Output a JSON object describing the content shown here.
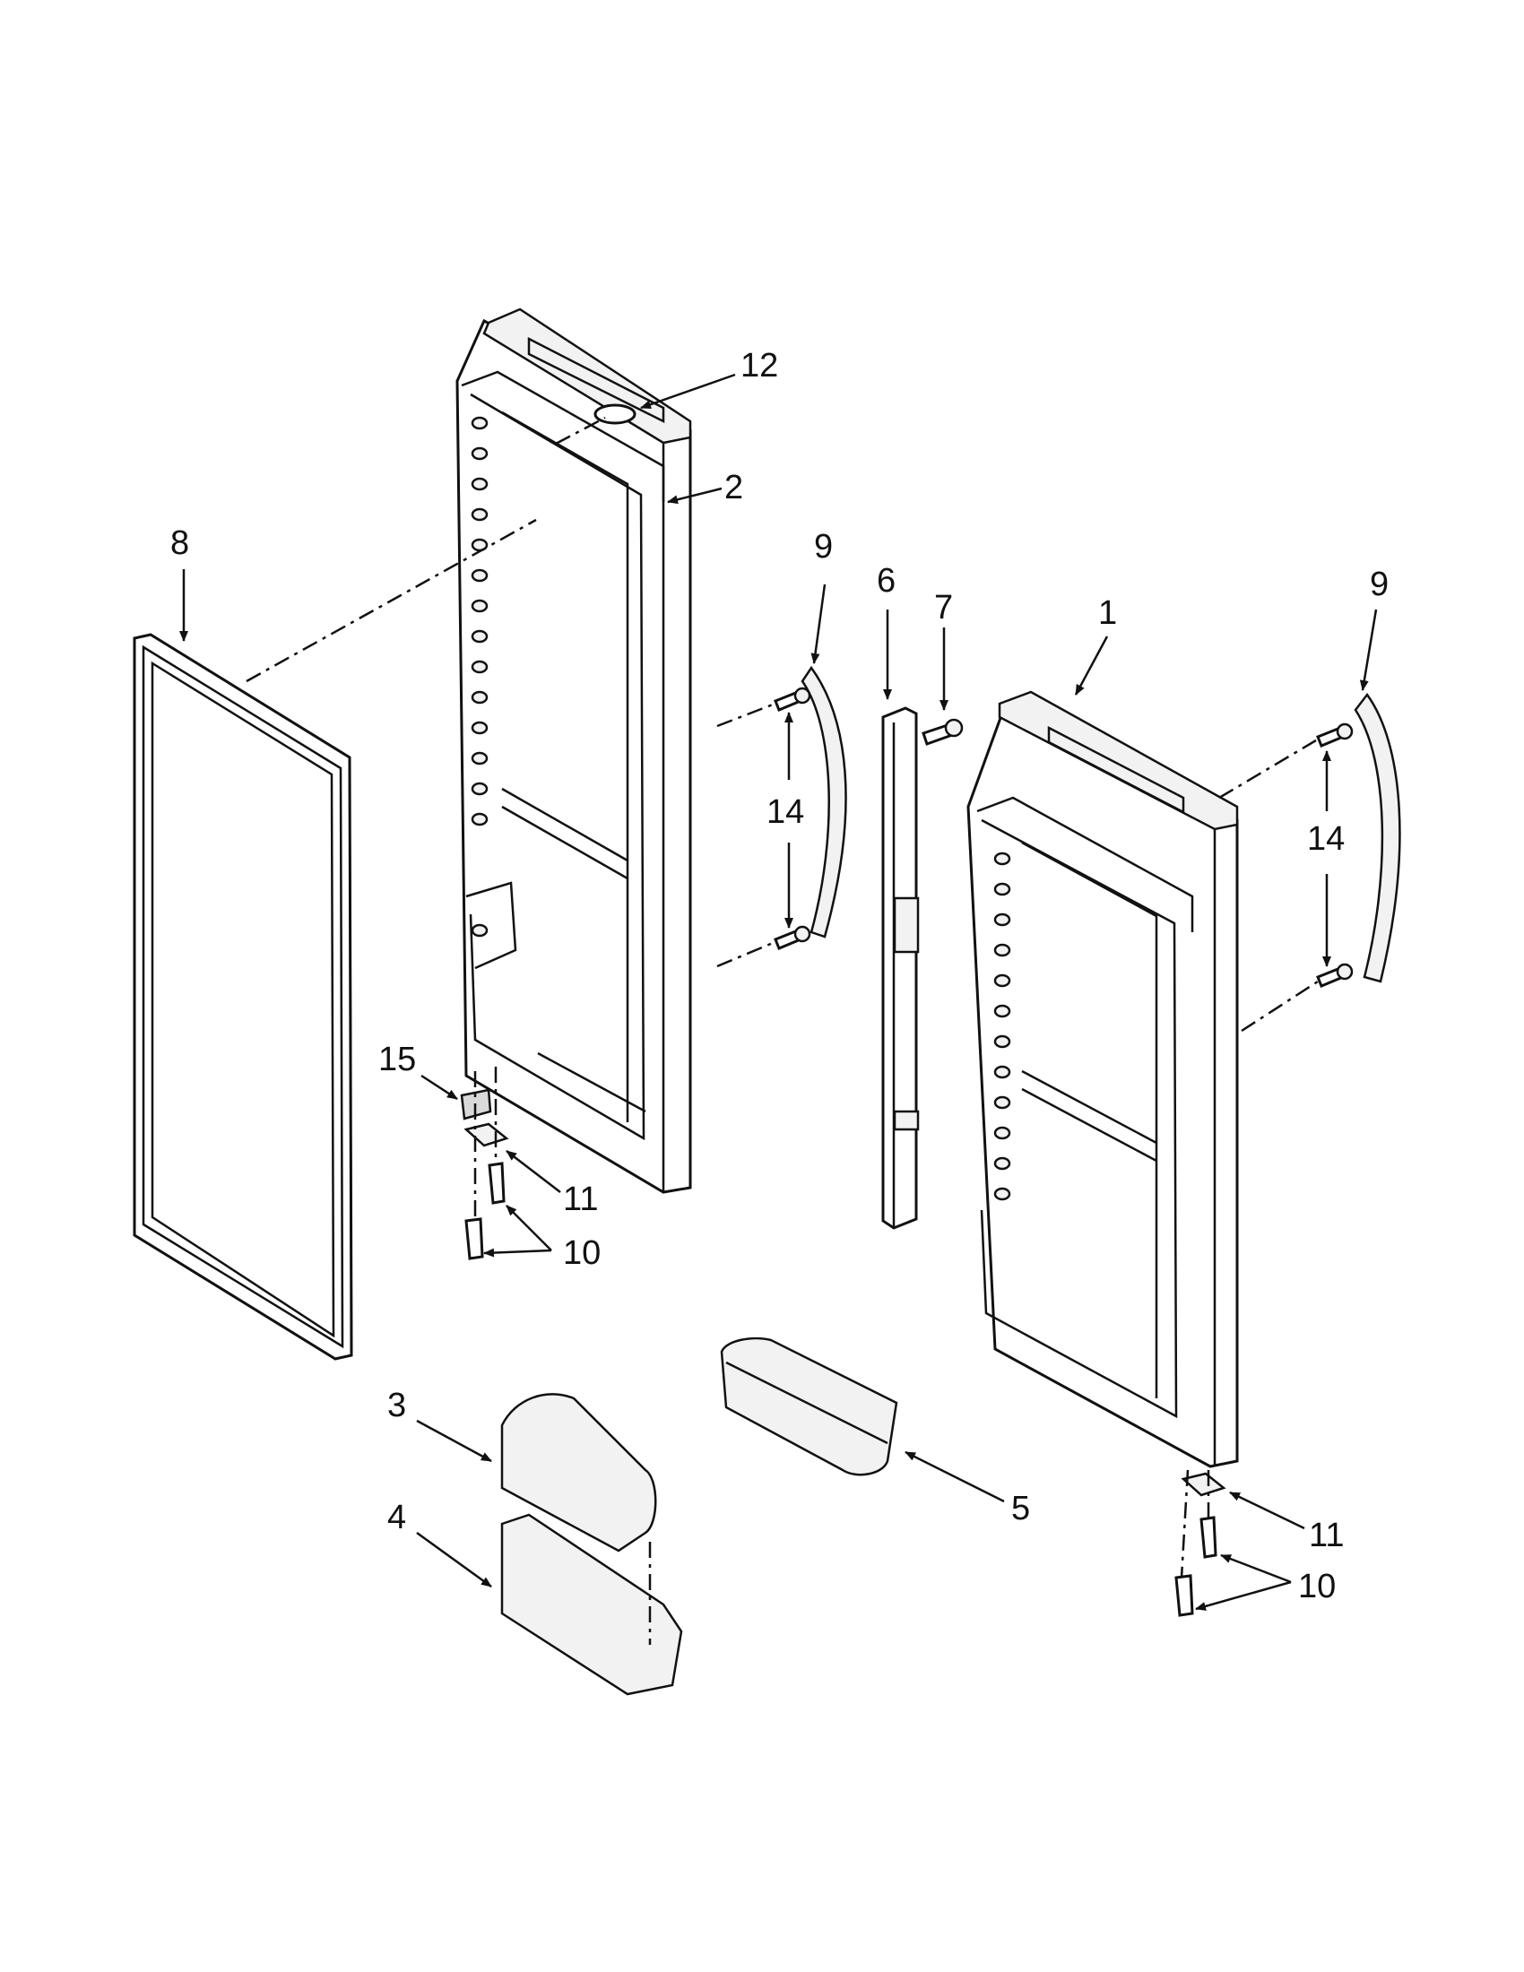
{
  "callouts": [
    {
      "id": "c1",
      "text": "1"
    },
    {
      "id": "c2",
      "text": "2"
    },
    {
      "id": "c3",
      "text": "3"
    },
    {
      "id": "c4",
      "text": "4"
    },
    {
      "id": "c5",
      "text": "5"
    },
    {
      "id": "c6",
      "text": "6"
    },
    {
      "id": "c7",
      "text": "7"
    },
    {
      "id": "c8",
      "text": "8"
    },
    {
      "id": "c9a",
      "text": "9"
    },
    {
      "id": "c9b",
      "text": "9"
    },
    {
      "id": "c10a",
      "text": "10"
    },
    {
      "id": "c10b",
      "text": "10"
    },
    {
      "id": "c11a",
      "text": "11"
    },
    {
      "id": "c11b",
      "text": "11"
    },
    {
      "id": "c12",
      "text": "12"
    },
    {
      "id": "c14a",
      "text": "14"
    },
    {
      "id": "c14b",
      "text": "14"
    },
    {
      "id": "c15",
      "text": "15"
    }
  ]
}
